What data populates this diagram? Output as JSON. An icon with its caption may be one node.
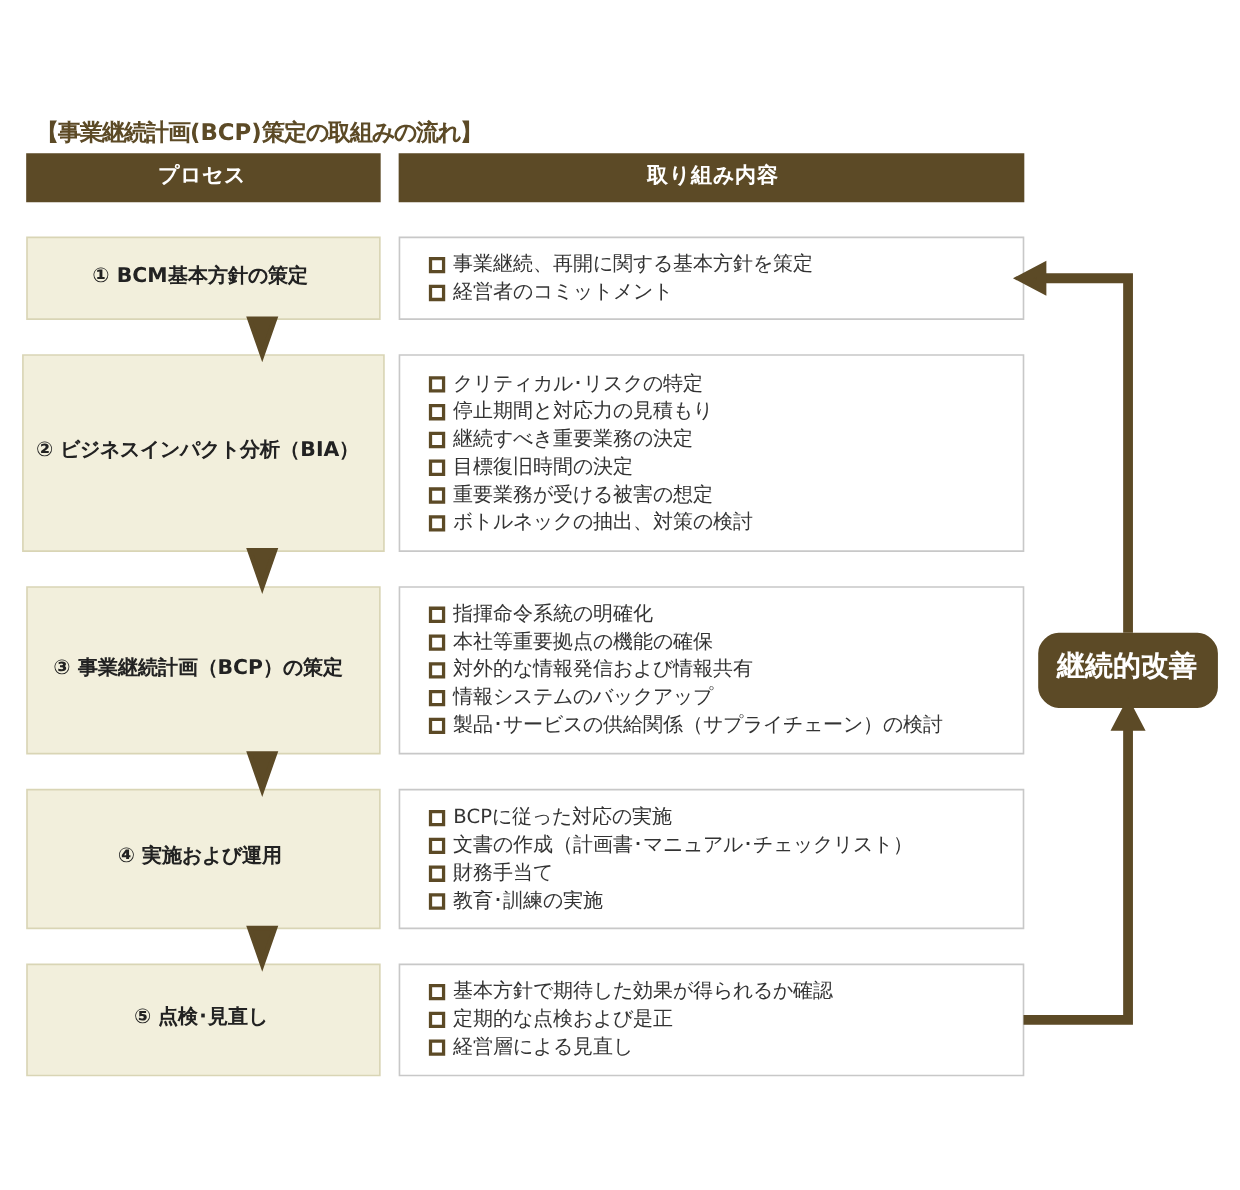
{
  "diagram": {
    "title": "【事業継続計画(BCP)策定の取組みの流れ】",
    "nodes": [
      {
        "text": [
          "プロセス"
        ]
      },
      {
        "text": [
          "取り組み内容"
        ]
      },
      {
        "text": [
          "① BCM基本方針の策定"
        ]
      },
      {
        "text": [
          "事業継続、再開に関する基本方針を策定",
          "経営者のコミットメント"
        ]
      },
      {
        "text": [
          "② ビジネスインパクト分析（BIA）"
        ]
      },
      {
        "text": [
          "クリティカル･リスクの特定",
          "停止期間と対応力の見積もり",
          "継続すべき重要業務の決定",
          "目標復旧時間の決定",
          "重要業務が受ける被害の想定",
          "ボトルネックの抽出、対策の検討"
        ]
      },
      {
        "text": [
          "③ 事業継続計画（BCP）の策定"
        ]
      },
      {
        "text": [
          "指揮命令系統の明確化",
          "本社等重要拠点の機能の確保",
          "対外的な情報発信および情報共有",
          "情報システムのバックアップ",
          "製品･サービスの供給関係（サプライチェーン）の検討"
        ]
      },
      {
        "text": [
          "④ 実施および運用"
        ]
      },
      {
        "text": [
          "BCPに従った対応の実施",
          "文書の作成（計画書･マニュアル･チェックリスト）",
          "財務手当て",
          "教育･訓練の実施"
        ]
      },
      {
        "text": [
          "⑤ 点検･見直し"
        ]
      },
      {
        "text": [
          "基本方針で期待した効果が得られるか確認",
          "定期的な点検および是正",
          "経営層による見直し"
        ]
      },
      {
        "text": [
          "継続的改善"
        ]
      }
    ],
    "edges": [
      {
        "from": 2,
        "to": 4,
        "arrow": "to"
      },
      {
        "from": 4,
        "to": 6,
        "arrow": "to"
      },
      {
        "from": 6,
        "to": 8,
        "arrow": "to"
      },
      {
        "from": 8,
        "to": 10,
        "arrow": "to"
      },
      {
        "from": 11,
        "to": 12,
        "arrow": "to"
      },
      {
        "from": 12,
        "to": 3,
        "arrow": "to"
      }
    ]
  }
}
